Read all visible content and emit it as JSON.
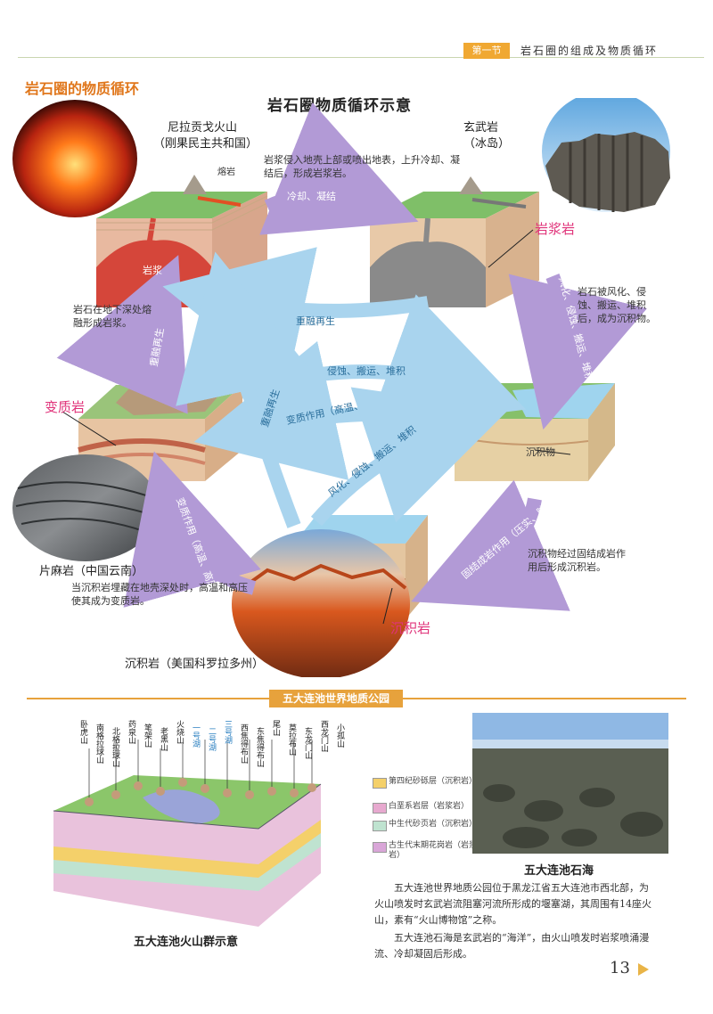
{
  "header": {
    "section_badge": "第一节",
    "section_title": "岩石圈的组成及物质循环"
  },
  "section_heading": "岩石圈的物质循环",
  "diagram": {
    "title": "岩石圈物质循环示意",
    "volcano_name": "尼拉贡戈火山",
    "volcano_place": "（刚果民主共和国）",
    "lava_label": "熔岩",
    "magma_label": "岩浆",
    "basalt_name": "玄武岩",
    "basalt_place": "（冰岛）",
    "igneous_label": "岩浆岩",
    "igneous_desc": "岩浆侵入地壳上部或喷出地表，上升冷却、凝结后，形成岩浆岩。",
    "arrow_cooling": "冷却、凝结",
    "arrow_remelt": "重融再生",
    "arrow_weathering": "风化、侵蚀、搬运、堆积",
    "arrow_metamorphism_1": "变质作用（高温、高压）",
    "arrow_remelt_2": "重融再生",
    "arrow_weathering_2": "风化、侵蚀、搬运、堆积",
    "arrow_weathering_right": "风化、侵蚀、搬运、堆积",
    "weathering_desc": "岩石被风化、侵蚀、搬运、堆积后，成为沉积物。",
    "remelt_desc": "岩石在地下深处熔融形成岩浆。",
    "arrow_remelt_left": "重融再生",
    "metamorphic_label": "变质岩",
    "sediment_label": "沉积物",
    "arrow_lithification": "固结成岩作用（压实、胶结作用）",
    "lithification_desc": "沉积物经过固结成岩作用后形成沉积岩。",
    "arrow_metamorphism_2": "变质作用（高温、高压）",
    "metamorphism_desc": "当沉积岩埋藏在地壳深处时，高温和高压使其成为变质岩。",
    "schist_caption": "片麻岩（中国云南）",
    "sedimentary_label": "沉积岩",
    "sedimentary_caption": "沉积岩（美国科罗拉多州）"
  },
  "geopark": {
    "banner": "五大连池世界地质公园",
    "mountains": [
      "卧虎山",
      "南格拉球山",
      "北格拉球山",
      "药泉山",
      "笔架山",
      "老黑山",
      "火烧山",
      "一号湖",
      "二号湖",
      "三号湖",
      "西焦得布山",
      "东焦得布山",
      "尾山",
      "莫拉布山",
      "东龙门山",
      "西龙门山",
      "小孤山"
    ],
    "legend": [
      {
        "label": "第四纪砂砾层（沉积岩）",
        "color": "#f4d06a"
      },
      {
        "label": "白垩系岩层（岩浆岩）",
        "color": "#e7a9cf"
      },
      {
        "label": "中生代砂页岩（沉积岩）",
        "color": "#bfe3d0"
      },
      {
        "label": "古生代末期花岗岩（岩浆岩）",
        "color": "#d9a6d8"
      }
    ],
    "diagram_caption": "五大连池火山群示意",
    "photo_caption": "五大连池石海",
    "paragraph_1": "五大连池世界地质公园位于黑龙江省五大连池市西北部，为火山喷发时玄武岩流阻塞河流所形成的堰塞湖，其周围有14座火山，素有“火山博物馆”之称。",
    "paragraph_2": "五大连池石海是玄武岩的“海洋”，由火山喷发时岩浆喷涌漫流、冷却凝固后形成。"
  },
  "page_number": "13"
}
